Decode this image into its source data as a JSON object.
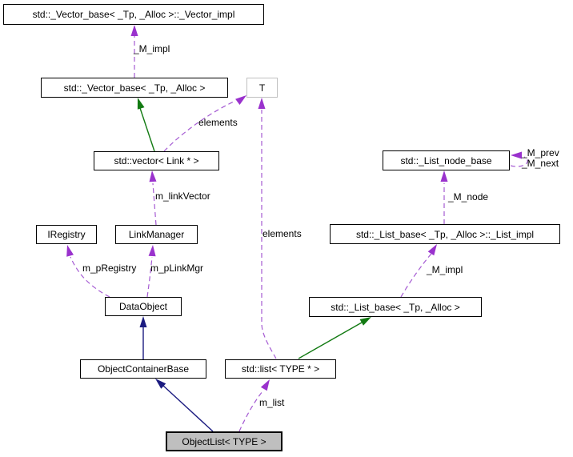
{
  "diagram_type": "doxygen-collaboration-graph",
  "nodes": {
    "vector_impl": {
      "label": "std::_Vector_base< _Tp, _Alloc >::_Vector_impl"
    },
    "vector_base": {
      "label": "std::_Vector_base< _Tp, _Alloc >"
    },
    "t": {
      "label": "T"
    },
    "vector_link": {
      "label": "std::vector< Link * >"
    },
    "iregistry": {
      "label": "IRegistry"
    },
    "linkmanager": {
      "label": "LinkManager"
    },
    "dataobject": {
      "label": "DataObject"
    },
    "objectcontainerbase": {
      "label": "ObjectContainerBase"
    },
    "list_type": {
      "label": "std::list< TYPE * >"
    },
    "objectlist": {
      "label": "ObjectList< TYPE >",
      "highlighted": true
    },
    "list_node_base": {
      "label": "std::_List_node_base"
    },
    "list_impl": {
      "label": "std::_List_base< _Tp, _Alloc >::_List_impl"
    },
    "list_base": {
      "label": "std::_List_base< _Tp, _Alloc >"
    }
  },
  "labels": {
    "m_impl_top": "_M_impl",
    "elements_top": "elements",
    "m_linkVector": "m_linkVector",
    "m_pRegistry": "m_pRegistry",
    "m_pLinkMgr": "m_pLinkMgr",
    "elements_right": "elements",
    "m_node": "_M_node",
    "m_impl_right": "_M_impl",
    "m_prev": "_M_prev",
    "m_next": "_M_next",
    "m_list": "m_list"
  },
  "relations": [
    {
      "from": "vector_base",
      "to": "vector_impl",
      "label": "_M_impl",
      "type": "usage"
    },
    {
      "from": "vector_link",
      "to": "vector_base",
      "label": "",
      "type": "inheritance-green"
    },
    {
      "from": "vector_link",
      "to": "t",
      "label": "elements",
      "type": "usage"
    },
    {
      "from": "linkmanager",
      "to": "vector_link",
      "label": "m_linkVector",
      "type": "usage"
    },
    {
      "from": "dataobject",
      "to": "iregistry",
      "label": "m_pRegistry",
      "type": "usage"
    },
    {
      "from": "dataobject",
      "to": "linkmanager",
      "label": "m_pLinkMgr",
      "type": "usage"
    },
    {
      "from": "objectcontainerbase",
      "to": "dataobject",
      "label": "",
      "type": "inheritance-blue"
    },
    {
      "from": "objectlist",
      "to": "objectcontainerbase",
      "label": "",
      "type": "inheritance-blue"
    },
    {
      "from": "objectlist",
      "to": "list_type",
      "label": "m_list",
      "type": "usage"
    },
    {
      "from": "list_type",
      "to": "t",
      "label": "elements",
      "type": "usage"
    },
    {
      "from": "list_type",
      "to": "list_base",
      "label": "",
      "type": "inheritance-green"
    },
    {
      "from": "list_base",
      "to": "list_impl",
      "label": "_M_impl",
      "type": "usage"
    },
    {
      "from": "list_impl",
      "to": "list_node_base",
      "label": "_M_node",
      "type": "usage"
    },
    {
      "from": "list_node_base",
      "to": "list_node_base",
      "label": "_M_prev _M_next",
      "type": "usage-self"
    }
  ],
  "colors": {
    "usage_edge": "#9a32cd",
    "inheritance_green_edge": "#127a12",
    "inheritance_blue_edge": "#1b1b80",
    "node_border": "#000000",
    "template_param_border": "#c0c0c0",
    "current_node_fill": "#bfbfbf",
    "background": "#ffffff"
  }
}
